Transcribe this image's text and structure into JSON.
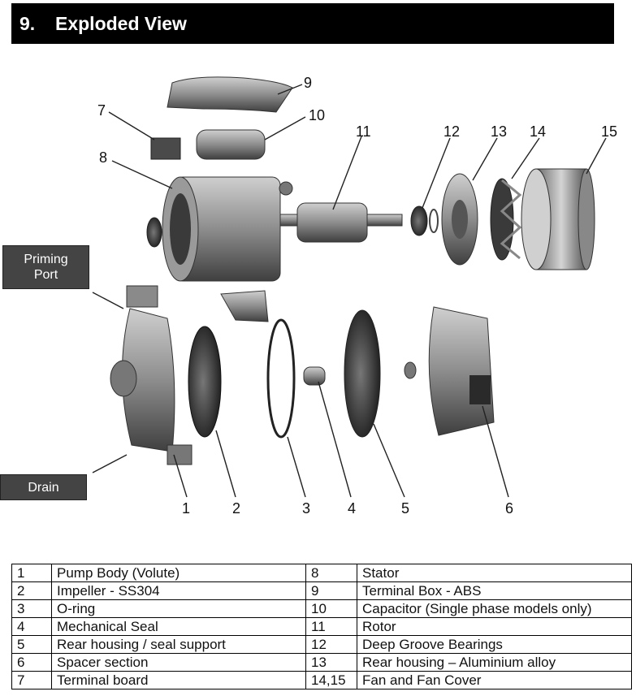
{
  "section": {
    "number": "9.",
    "title": "Exploded View"
  },
  "callouts": {
    "priming_port": "Priming Port",
    "drain": "Drain"
  },
  "diagram_numbers": [
    "1",
    "2",
    "3",
    "4",
    "5",
    "6",
    "7",
    "8",
    "9",
    "10",
    "11",
    "12",
    "13",
    "14",
    "15"
  ],
  "parts_table": [
    {
      "n1": "1",
      "d1": "Pump Body (Volute)",
      "n2": "8",
      "d2": "Stator"
    },
    {
      "n1": "2",
      "d1": "Impeller - SS304",
      "n2": "9",
      "d2": "Terminal Box - ABS"
    },
    {
      "n1": "3",
      "d1": "O-ring",
      "n2": "10",
      "d2": "Capacitor (Single phase models only)"
    },
    {
      "n1": "4",
      "d1": "Mechanical Seal",
      "n2": "11",
      "d2": "Rotor"
    },
    {
      "n1": "5",
      "d1": "Rear housing / seal support",
      "n2": "12",
      "d2": "Deep Groove Bearings"
    },
    {
      "n1": "6",
      "d1": "Spacer section",
      "n2": "13",
      "d2": "Rear housing – Aluminium alloy"
    },
    {
      "n1": "7",
      "d1": "Terminal board",
      "n2": "14,15",
      "d2": "Fan and Fan Cover"
    }
  ]
}
